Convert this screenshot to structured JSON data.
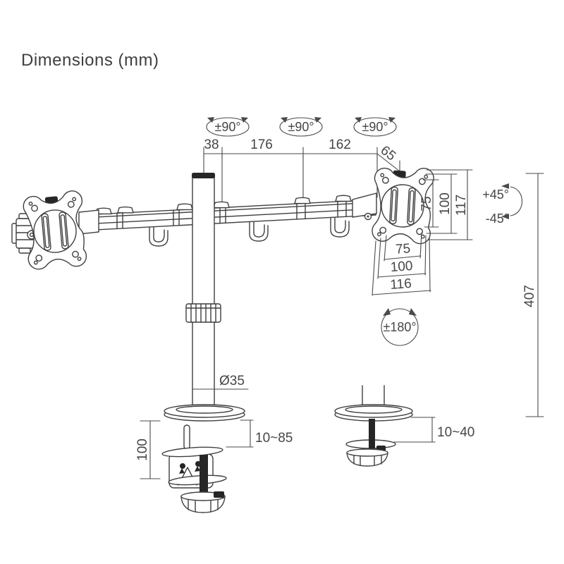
{
  "title": "Dimensions (mm)",
  "labels": {
    "rot1": "±90°",
    "rot2": "±90°",
    "rot3": "±90°",
    "tilt_up": "+45°",
    "tilt_down": "-45°",
    "swivel": "±180°"
  },
  "dims": {
    "pole_offset": "38",
    "seg1": "176",
    "seg2": "162",
    "head": "65",
    "v75": "75",
    "v100": "100",
    "v117": "117",
    "h75": "75",
    "h100": "100",
    "h116": "116",
    "height": "407",
    "pole_dia": "Ø35",
    "clamp_height": "100",
    "clamp_range": "10~85",
    "grommet_range": "10~40"
  }
}
